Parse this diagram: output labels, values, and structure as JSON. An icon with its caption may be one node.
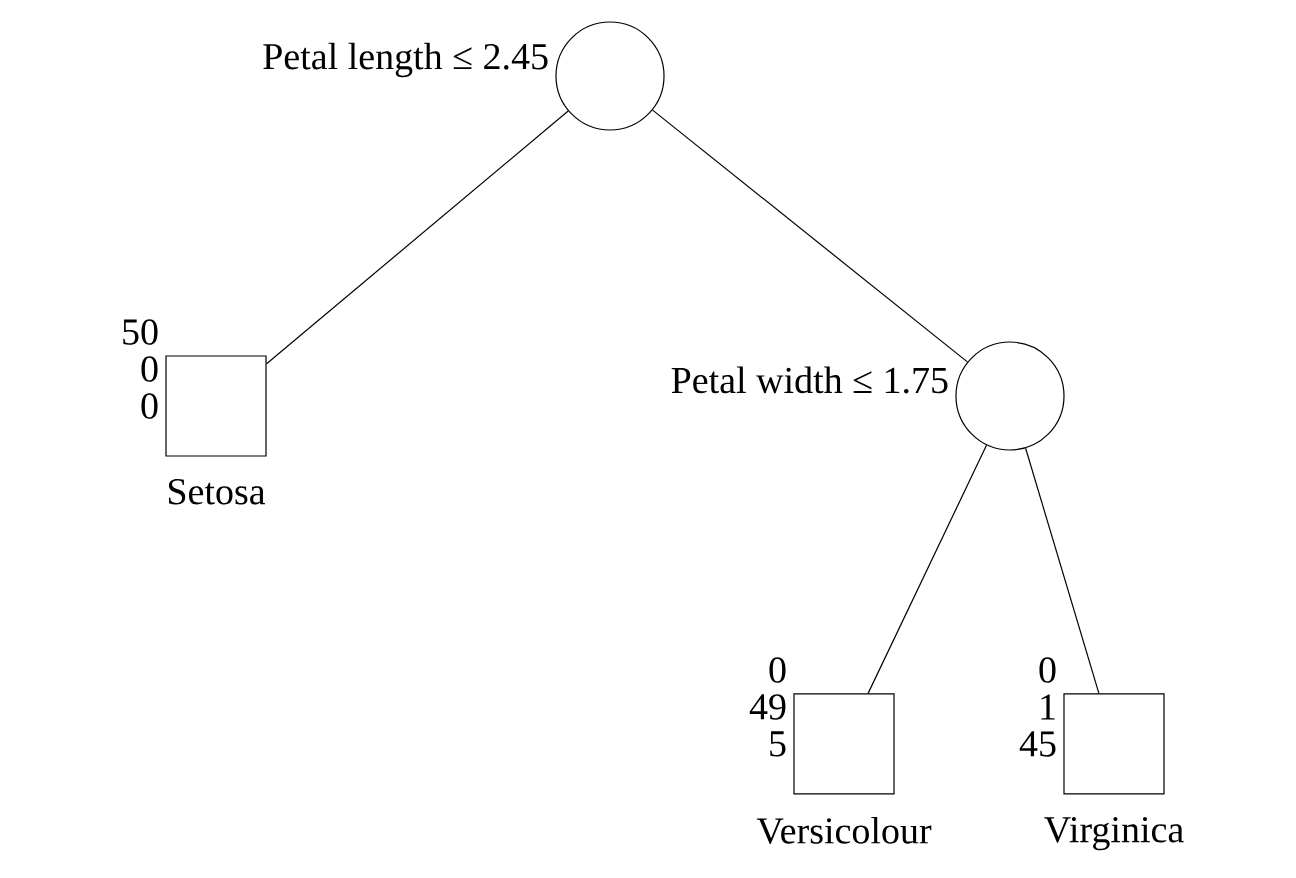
{
  "diagram": {
    "nodes": [
      {
        "text": [],
        "shape": "circle",
        "beside": [
          "Petal length ≤ 2.45"
        ]
      },
      {
        "text": [],
        "shape": "box",
        "beside": [
          "50",
          "0",
          "0",
          "Setosa"
        ]
      },
      {
        "text": [],
        "shape": "circle",
        "beside": [
          "Petal width ≤ 1.75"
        ]
      },
      {
        "text": [],
        "shape": "box",
        "beside": [
          "0",
          "49",
          "5",
          "Versicolour"
        ]
      },
      {
        "text": [],
        "shape": "box",
        "beside": [
          "0",
          "1",
          "45",
          "Virginica"
        ]
      }
    ],
    "edges": [
      {
        "from": 0,
        "to": 1,
        "arrow": "none"
      },
      {
        "from": 0,
        "to": 2,
        "arrow": "none"
      },
      {
        "from": 2,
        "to": 3,
        "arrow": "none"
      },
      {
        "from": 2,
        "to": 4,
        "arrow": "none"
      }
    ]
  }
}
